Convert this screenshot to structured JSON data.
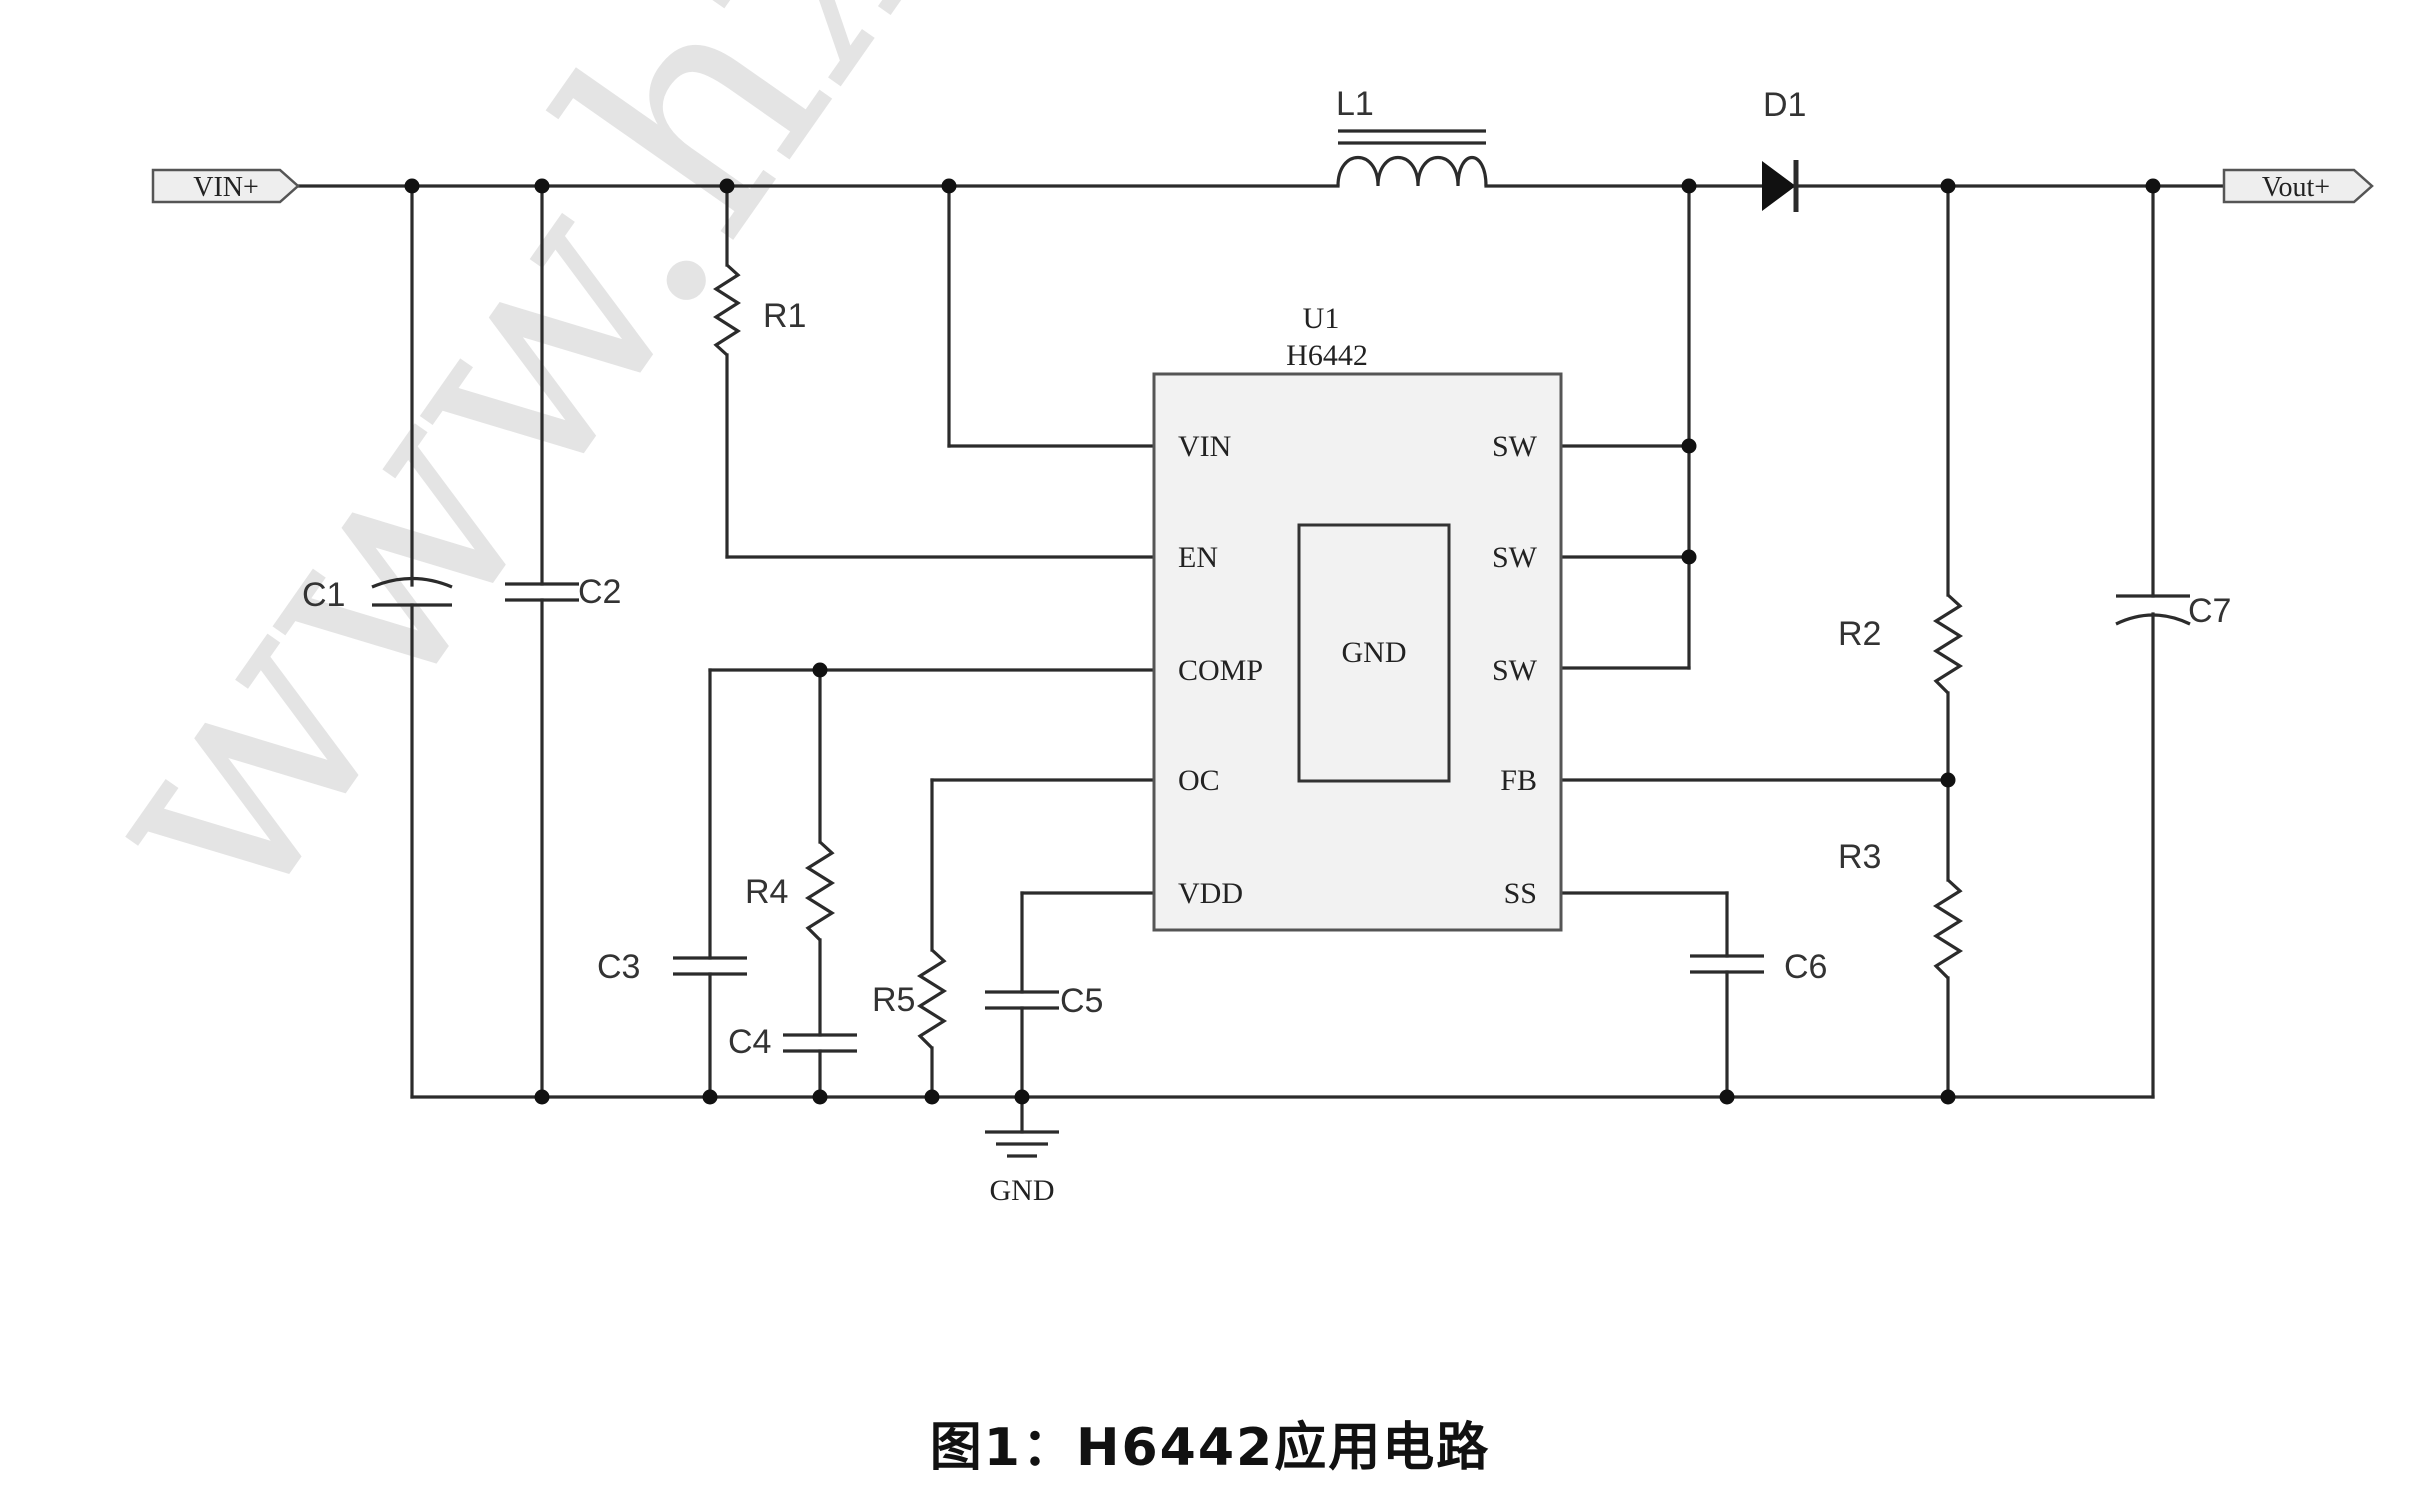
{
  "watermark": "www.hx",
  "ports": {
    "vin": "VIN+",
    "vout": "Vout+"
  },
  "components": {
    "l1": "L1",
    "d1": "D1",
    "r1": "R1",
    "r2": "R2",
    "r3": "R3",
    "r4": "R4",
    "r5": "R5",
    "c1": "C1",
    "c2": "C2",
    "c3": "C3",
    "c4": "C4",
    "c5": "C5",
    "c6": "C6",
    "c7": "C7"
  },
  "chip": {
    "designator": "U1",
    "part": "H6442",
    "pad": "GND",
    "left_pins": [
      "VIN",
      "EN",
      "COMP",
      "OC",
      "VDD"
    ],
    "right_pins": [
      "SW",
      "SW",
      "SW",
      "FB",
      "SS"
    ]
  },
  "ground_label": "GND",
  "caption": {
    "prefix": "图1：",
    "text": "H6442应用电路"
  },
  "colors": {
    "wire": "#2b2b2b",
    "chip_fill": "#f2f2f2",
    "port_fill": "#eeeeee",
    "watermark": "#cfcfcf"
  }
}
